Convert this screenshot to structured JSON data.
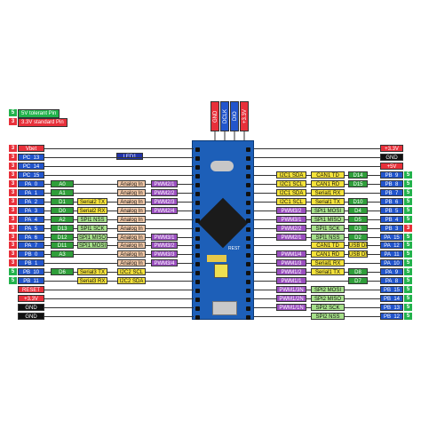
{
  "legend": [
    {
      "num": "5",
      "text": "5V tolerant Pin",
      "color": "#22b24c"
    },
    {
      "num": "3",
      "text": "3.3V standard Pin",
      "color": "#e8303a"
    }
  ],
  "top_pins": [
    {
      "label": "GND",
      "color": "#e8303a"
    },
    {
      "label": "DCLK",
      "color": "#2255cc"
    },
    {
      "label": "DIO",
      "color": "#2255cc"
    },
    {
      "label": "+3.3V",
      "color": "#e8303a"
    }
  ],
  "led_label": "LED1",
  "reset_label": "REST",
  "left_rows": [
    {
      "num": "3",
      "num_color": "#e8303a",
      "pin": "Vbet",
      "pin_color": "#e8303a",
      "cells": []
    },
    {
      "num": "3",
      "num_color": "#e8303a",
      "pin": "PC_13",
      "pin_color": "#2255cc",
      "cells": []
    },
    {
      "num": "3",
      "num_color": "#e8303a",
      "pin": "PC_14",
      "pin_color": "#2255cc",
      "cells": []
    },
    {
      "num": "3",
      "num_color": "#e8303a",
      "pin": "PC_15",
      "pin_color": "#2255cc",
      "cells": []
    },
    {
      "num": "3",
      "num_color": "#e8303a",
      "pin": "PA_0",
      "pin_color": "#2255cc",
      "cells": [
        {
          "t": "A0",
          "c": "#2f9e3a"
        },
        {
          "t": "",
          "c": ""
        },
        {
          "t": "Analog In",
          "c": "#f2c9a8"
        },
        {
          "t": "PWM2/1",
          "c": "#9b4fc0"
        }
      ]
    },
    {
      "num": "3",
      "num_color": "#e8303a",
      "pin": "PA_1",
      "pin_color": "#2255cc",
      "cells": [
        {
          "t": "A1",
          "c": "#2f9e3a"
        },
        {
          "t": "",
          "c": ""
        },
        {
          "t": "Analog In",
          "c": "#f2c9a8"
        },
        {
          "t": "PWM2/2",
          "c": "#9b4fc0"
        }
      ]
    },
    {
      "num": "3",
      "num_color": "#e8303a",
      "pin": "PA_2",
      "pin_color": "#2255cc",
      "cells": [
        {
          "t": "D1",
          "c": "#2f9e3a"
        },
        {
          "t": "Serial2 TX",
          "c": "#f4e23a"
        },
        {
          "t": "Analog In",
          "c": "#f2c9a8"
        },
        {
          "t": "PWM2/3",
          "c": "#9b4fc0"
        }
      ]
    },
    {
      "num": "3",
      "num_color": "#e8303a",
      "pin": "PA_3",
      "pin_color": "#2255cc",
      "cells": [
        {
          "t": "D0",
          "c": "#2f9e3a"
        },
        {
          "t": "Serial2 RX",
          "c": "#f4e23a"
        },
        {
          "t": "Analog In",
          "c": "#f2c9a8"
        },
        {
          "t": "PWM2/4",
          "c": "#9b4fc0"
        }
      ]
    },
    {
      "num": "3",
      "num_color": "#e8303a",
      "pin": "PA_4",
      "pin_color": "#2255cc",
      "cells": [
        {
          "t": "A2",
          "c": "#2f9e3a"
        },
        {
          "t": "SPI1 NSS",
          "c": "#a6e08a"
        },
        {
          "t": "Analog In",
          "c": "#f2c9a8"
        },
        {
          "t": "",
          "c": ""
        }
      ]
    },
    {
      "num": "3",
      "num_color": "#e8303a",
      "pin": "PA_5",
      "pin_color": "#2255cc",
      "cells": [
        {
          "t": "D13",
          "c": "#2f9e3a"
        },
        {
          "t": "SPI1 SCK",
          "c": "#a6e08a"
        },
        {
          "t": "Analog In",
          "c": "#f2c9a8"
        },
        {
          "t": "",
          "c": ""
        }
      ]
    },
    {
      "num": "3",
      "num_color": "#e8303a",
      "pin": "PA_6",
      "pin_color": "#2255cc",
      "cells": [
        {
          "t": "D12",
          "c": "#2f9e3a"
        },
        {
          "t": "SPI1 MISO",
          "c": "#a6e08a"
        },
        {
          "t": "Analog In",
          "c": "#f2c9a8"
        },
        {
          "t": "PWM3/1",
          "c": "#9b4fc0"
        }
      ]
    },
    {
      "num": "3",
      "num_color": "#e8303a",
      "pin": "PA_7",
      "pin_color": "#2255cc",
      "cells": [
        {
          "t": "D11",
          "c": "#2f9e3a"
        },
        {
          "t": "SPI1 MOSI",
          "c": "#a6e08a"
        },
        {
          "t": "Analog In",
          "c": "#f2c9a8"
        },
        {
          "t": "PWM3/2",
          "c": "#9b4fc0"
        }
      ]
    },
    {
      "num": "3",
      "num_color": "#e8303a",
      "pin": "PB_0",
      "pin_color": "#2255cc",
      "cells": [
        {
          "t": "A3",
          "c": "#2f9e3a"
        },
        {
          "t": "",
          "c": ""
        },
        {
          "t": "Analog In",
          "c": "#f2c9a8"
        },
        {
          "t": "PWM3/3",
          "c": "#9b4fc0"
        }
      ]
    },
    {
      "num": "3",
      "num_color": "#e8303a",
      "pin": "PB_1",
      "pin_color": "#2255cc",
      "cells": [
        {
          "t": "",
          "c": ""
        },
        {
          "t": "",
          "c": ""
        },
        {
          "t": "Analog In",
          "c": "#f2c9a8"
        },
        {
          "t": "PWM3/4",
          "c": "#9b4fc0"
        }
      ]
    },
    {
      "num": "5",
      "num_color": "#22b24c",
      "pin": "PB_10",
      "pin_color": "#2255cc",
      "cells": [
        {
          "t": "D6",
          "c": "#2f9e3a"
        },
        {
          "t": "Serial3 TX",
          "c": "#f4e23a"
        },
        {
          "t": "I2C2 SCL",
          "c": "#f4e23a"
        },
        {
          "t": "",
          "c": ""
        }
      ]
    },
    {
      "num": "5",
      "num_color": "#22b24c",
      "pin": "PB_11",
      "pin_color": "#2255cc",
      "cells": [
        {
          "t": "",
          "c": ""
        },
        {
          "t": "Serial3 RX",
          "c": "#f4e23a"
        },
        {
          "t": "I2C2 SDA",
          "c": "#f4e23a"
        },
        {
          "t": "",
          "c": ""
        }
      ]
    },
    {
      "num": "",
      "num_color": "",
      "pin": "RESET",
      "pin_color": "#e8303a",
      "cells": []
    },
    {
      "num": "",
      "num_color": "",
      "pin": "+3.3V",
      "pin_color": "#e8303a",
      "cells": []
    },
    {
      "num": "",
      "num_color": "",
      "pin": "GND",
      "pin_color": "#111111",
      "cells": []
    },
    {
      "num": "",
      "num_color": "",
      "pin": "GND",
      "pin_color": "#111111",
      "cells": []
    }
  ],
  "right_rows": [
    {
      "num": "",
      "num_color": "",
      "pin": "+3.3V",
      "pin_color": "#e8303a",
      "cells": []
    },
    {
      "num": "",
      "num_color": "",
      "pin": "GND",
      "pin_color": "#111111",
      "cells": []
    },
    {
      "num": "",
      "num_color": "",
      "pin": "+5V",
      "pin_color": "#e8303a",
      "cells": []
    },
    {
      "num": "5",
      "num_color": "#22b24c",
      "pin": "PB_9",
      "pin_color": "#2255cc",
      "cells": [
        {
          "t": "I2C1 SDA",
          "c": "#f4e23a"
        },
        {
          "t": "CAN1 TD",
          "c": "#f4e23a"
        },
        {
          "t": "D14",
          "c": "#2f9e3a"
        },
        {
          "t": "",
          "c": ""
        }
      ]
    },
    {
      "num": "5",
      "num_color": "#22b24c",
      "pin": "PB_8",
      "pin_color": "#2255cc",
      "cells": [
        {
          "t": "I2C1 SCL",
          "c": "#f4e23a"
        },
        {
          "t": "CAN1 RD",
          "c": "#f4e23a"
        },
        {
          "t": "D15",
          "c": "#2f9e3a"
        },
        {
          "t": "",
          "c": ""
        }
      ]
    },
    {
      "num": "5",
      "num_color": "#22b24c",
      "pin": "PB_7",
      "pin_color": "#2255cc",
      "cells": [
        {
          "t": "I2C1 SDA",
          "c": "#f4e23a"
        },
        {
          "t": "Serial1 RX",
          "c": "#f4e23a"
        },
        {
          "t": "",
          "c": ""
        },
        {
          "t": "",
          "c": ""
        }
      ]
    },
    {
      "num": "5",
      "num_color": "#22b24c",
      "pin": "PB_6",
      "pin_color": "#2255cc",
      "cells": [
        {
          "t": "I2C1 SCL",
          "c": "#f4e23a"
        },
        {
          "t": "Serial1 TX",
          "c": "#f4e23a"
        },
        {
          "t": "D10",
          "c": "#2f9e3a"
        },
        {
          "t": "",
          "c": ""
        }
      ]
    },
    {
      "num": "5",
      "num_color": "#22b24c",
      "pin": "PB_5",
      "pin_color": "#2255cc",
      "cells": [
        {
          "t": "PWM3/2",
          "c": "#9b4fc0"
        },
        {
          "t": "SPI1 MOSI",
          "c": "#a6e08a"
        },
        {
          "t": "D4",
          "c": "#2f9e3a"
        },
        {
          "t": "",
          "c": ""
        }
      ]
    },
    {
      "num": "5",
      "num_color": "#22b24c",
      "pin": "PB_4",
      "pin_color": "#2255cc",
      "cells": [
        {
          "t": "PWM3/1",
          "c": "#9b4fc0"
        },
        {
          "t": "SPI1 MISO",
          "c": "#a6e08a"
        },
        {
          "t": "D5",
          "c": "#2f9e3a"
        },
        {
          "t": "",
          "c": ""
        }
      ]
    },
    {
      "num": "3",
      "num_color": "#e8303a",
      "pin": "PB_3",
      "pin_color": "#2255cc",
      "cells": [
        {
          "t": "PWM2/2",
          "c": "#9b4fc0"
        },
        {
          "t": "SPI1 SCK",
          "c": "#a6e08a"
        },
        {
          "t": "D3",
          "c": "#2f9e3a"
        },
        {
          "t": "",
          "c": ""
        }
      ]
    },
    {
      "num": "5",
      "num_color": "#22b24c",
      "pin": "PA_15",
      "pin_color": "#2255cc",
      "cells": [
        {
          "t": "PWM2/1",
          "c": "#9b4fc0"
        },
        {
          "t": "SPI1 NSS",
          "c": "#a6e08a"
        },
        {
          "t": "D2",
          "c": "#2f9e3a"
        },
        {
          "t": "",
          "c": ""
        }
      ]
    },
    {
      "num": "5",
      "num_color": "#22b24c",
      "pin": "PA_12",
      "pin_color": "#2255cc",
      "cells": [
        {
          "t": "",
          "c": ""
        },
        {
          "t": "CAN1 TD",
          "c": "#f4e23a"
        },
        {
          "t": "USB DP",
          "c": "#f4e23a"
        },
        {
          "t": "",
          "c": ""
        }
      ]
    },
    {
      "num": "5",
      "num_color": "#22b24c",
      "pin": "PA_11",
      "pin_color": "#2255cc",
      "cells": [
        {
          "t": "PWM1/4",
          "c": "#9b4fc0"
        },
        {
          "t": "CAN1 RD",
          "c": "#f4e23a"
        },
        {
          "t": "USB DM",
          "c": "#f4e23a"
        },
        {
          "t": "",
          "c": ""
        }
      ]
    },
    {
      "num": "5",
      "num_color": "#22b24c",
      "pin": "PA_10",
      "pin_color": "#2255cc",
      "cells": [
        {
          "t": "PWM1/3",
          "c": "#9b4fc0"
        },
        {
          "t": "Serial1 RX",
          "c": "#f4e23a"
        },
        {
          "t": "",
          "c": ""
        },
        {
          "t": "",
          "c": ""
        }
      ]
    },
    {
      "num": "5",
      "num_color": "#22b24c",
      "pin": "PA_9",
      "pin_color": "#2255cc",
      "cells": [
        {
          "t": "PWM1/2",
          "c": "#9b4fc0"
        },
        {
          "t": "Serial1 TX",
          "c": "#f4e23a"
        },
        {
          "t": "D8",
          "c": "#2f9e3a"
        },
        {
          "t": "",
          "c": ""
        }
      ]
    },
    {
      "num": "5",
      "num_color": "#22b24c",
      "pin": "PA_8",
      "pin_color": "#2255cc",
      "cells": [
        {
          "t": "PWM1/1",
          "c": "#9b4fc0"
        },
        {
          "t": "",
          "c": ""
        },
        {
          "t": "D7",
          "c": "#2f9e3a"
        },
        {
          "t": "",
          "c": ""
        }
      ]
    },
    {
      "num": "5",
      "num_color": "#22b24c",
      "pin": "PB_15",
      "pin_color": "#2255cc",
      "cells": [
        {
          "t": "PWM1/3N",
          "c": "#9b4fc0"
        },
        {
          "t": "SPI2 MOSI",
          "c": "#a6e08a"
        },
        {
          "t": "",
          "c": ""
        },
        {
          "t": "",
          "c": ""
        }
      ]
    },
    {
      "num": "5",
      "num_color": "#22b24c",
      "pin": "PB_14",
      "pin_color": "#2255cc",
      "cells": [
        {
          "t": "PWM1/2N",
          "c": "#9b4fc0"
        },
        {
          "t": "SPI2 MISO",
          "c": "#a6e08a"
        },
        {
          "t": "",
          "c": ""
        },
        {
          "t": "",
          "c": ""
        }
      ]
    },
    {
      "num": "5",
      "num_color": "#22b24c",
      "pin": "PB_13",
      "pin_color": "#2255cc",
      "cells": [
        {
          "t": "PWM1/1N",
          "c": "#9b4fc0"
        },
        {
          "t": "SPI2 SCK",
          "c": "#a6e08a"
        },
        {
          "t": "",
          "c": ""
        },
        {
          "t": "",
          "c": ""
        }
      ]
    },
    {
      "num": "5",
      "num_color": "#22b24c",
      "pin": "PB_12",
      "pin_color": "#2255cc",
      "cells": [
        {
          "t": "",
          "c": ""
        },
        {
          "t": "SPI2 NSS",
          "c": "#a6e08a"
        },
        {
          "t": "",
          "c": ""
        },
        {
          "t": "",
          "c": ""
        }
      ]
    }
  ]
}
